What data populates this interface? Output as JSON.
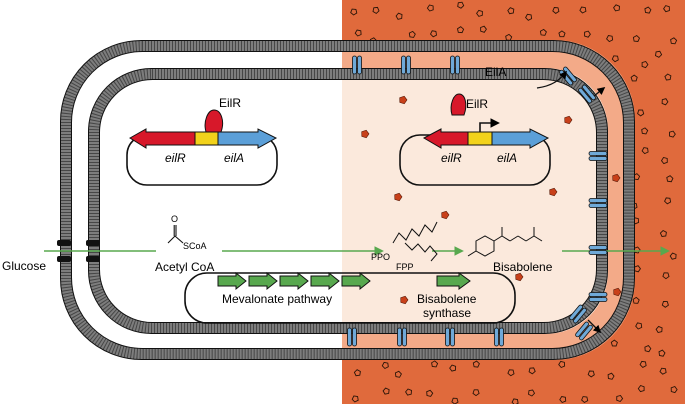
{
  "colors": {
    "outside_bg": "#e06a3c",
    "cell_interior": "#fbe9dc",
    "periplasm": "#f3aa88",
    "membrane": "#7d7d7d",
    "red_gene": "#d7182a",
    "yellow_gene": "#f2d21b",
    "blue_gene": "#5b9fd8",
    "green_arrow": "#58a84e",
    "channel": "#6fa9d8",
    "product": "#c8401a"
  },
  "labels": {
    "glucose": "Glucose",
    "acetyl_coa": "Acetyl CoA",
    "o_atom": "O",
    "scoa": "SCoA",
    "ppo": "PPO",
    "fpp": "FPP",
    "bisabolene": "Bisabolene",
    "mevalonate": "Mevalonate pathway",
    "bisabolene_synthase_line1": "Bisabolene",
    "bisabolene_synthase_line2": "synthase",
    "eilr_protein_left": "EilR",
    "eilr_protein_right": "EilR",
    "eila_protein": "EilA",
    "gene_eilr_left": "eilR",
    "gene_eila_left": "eilA",
    "gene_eilr_right": "eilR",
    "gene_eila_right": "eilA"
  },
  "icons": [
    "green-pathway-arrow",
    "repressor-blob",
    "efflux-pump",
    "product-pentagon",
    "promoter-arrow"
  ]
}
